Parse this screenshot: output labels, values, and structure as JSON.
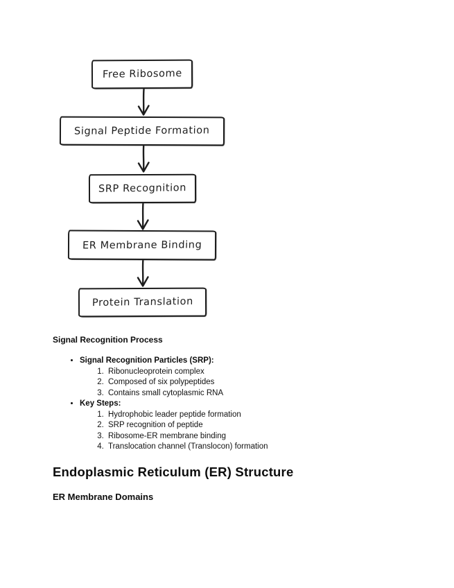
{
  "flowchart": {
    "stroke_color": "#1d1d1d",
    "nodes": [
      {
        "label": "Free Ribosome"
      },
      {
        "label": "Signal Peptide Formation"
      },
      {
        "label": "SRP Recognition"
      },
      {
        "label": "ER Membrane Binding"
      },
      {
        "label": "Protein Translation"
      }
    ],
    "connector": "down-arrow"
  },
  "notes": {
    "heading": "Signal Recognition Process",
    "bullets": [
      {
        "label": "Signal Recognition Particles (SRP):",
        "items": [
          "Ribonucleoprotein complex",
          "Composed of six polypeptides",
          "Contains small cytoplasmic RNA"
        ]
      },
      {
        "label": "Key Steps:",
        "items": [
          "Hydrophobic leader peptide formation",
          "SRP recognition of peptide",
          "Ribosome-ER membrane binding",
          "Translocation channel (Translocon) formation"
        ]
      }
    ]
  },
  "sections": {
    "title": "Endoplasmic Reticulum (ER) Structure",
    "subtitle": "ER Membrane Domains"
  }
}
